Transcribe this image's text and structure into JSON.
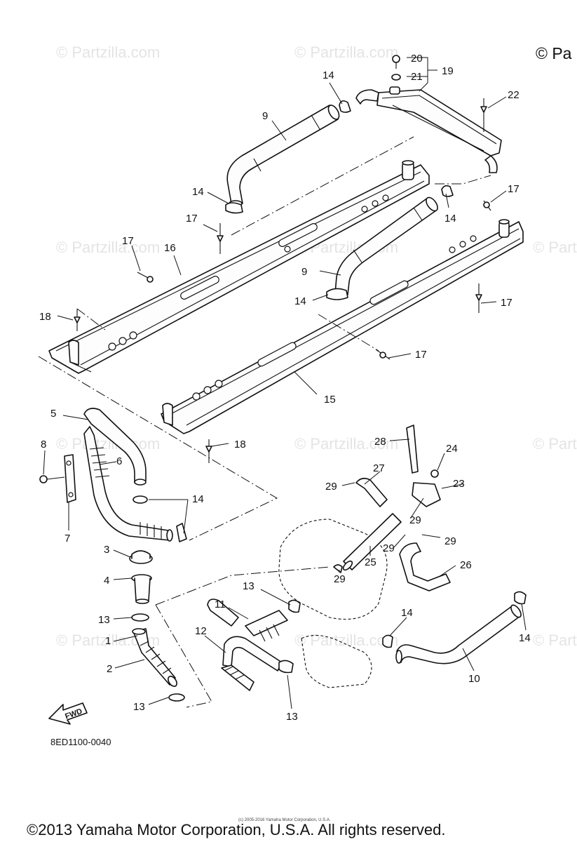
{
  "watermark": {
    "text": "© Partzilla.com"
  },
  "corner_copyright": "© Pa",
  "part_code": "8ED1100-0040",
  "fwd_label": "FWD",
  "small_copyright": "(c) 2005-2016 Yamaha Motor Corporation, U.S.A.",
  "footer_copyright": "©2013 Yamaha Motor Corporation, U.S.A. All rights reserved.",
  "callouts": [
    {
      "id": "c20",
      "label": "20"
    },
    {
      "id": "c21",
      "label": "21"
    },
    {
      "id": "c19",
      "label": "19"
    },
    {
      "id": "c22",
      "label": "22"
    },
    {
      "id": "c14a",
      "label": "14"
    },
    {
      "id": "c9a",
      "label": "9"
    },
    {
      "id": "c14b",
      "label": "14"
    },
    {
      "id": "c17a",
      "label": "17"
    },
    {
      "id": "c14c",
      "label": "14"
    },
    {
      "id": "c17b",
      "label": "17"
    },
    {
      "id": "c17c",
      "label": "17"
    },
    {
      "id": "c16",
      "label": "16"
    },
    {
      "id": "c9b",
      "label": "9"
    },
    {
      "id": "c14d",
      "label": "14"
    },
    {
      "id": "c17d",
      "label": "17"
    },
    {
      "id": "c18a",
      "label": "18"
    },
    {
      "id": "c17e",
      "label": "17"
    },
    {
      "id": "c15",
      "label": "15"
    },
    {
      "id": "c5",
      "label": "5"
    },
    {
      "id": "c18b",
      "label": "18"
    },
    {
      "id": "c8",
      "label": "8"
    },
    {
      "id": "c6",
      "label": "6"
    },
    {
      "id": "c14e",
      "label": "14"
    },
    {
      "id": "c7",
      "label": "7"
    },
    {
      "id": "c3",
      "label": "3"
    },
    {
      "id": "c4",
      "label": "4"
    },
    {
      "id": "c13a",
      "label": "13"
    },
    {
      "id": "c1",
      "label": "1"
    },
    {
      "id": "c2",
      "label": "2"
    },
    {
      "id": "c13b",
      "label": "13"
    },
    {
      "id": "c28",
      "label": "28"
    },
    {
      "id": "c24",
      "label": "24"
    },
    {
      "id": "c27",
      "label": "27"
    },
    {
      "id": "c29a",
      "label": "29"
    },
    {
      "id": "c23",
      "label": "23"
    },
    {
      "id": "c29b",
      "label": "29"
    },
    {
      "id": "c29c",
      "label": "29"
    },
    {
      "id": "c29d",
      "label": "29"
    },
    {
      "id": "c25",
      "label": "25"
    },
    {
      "id": "c26",
      "label": "26"
    },
    {
      "id": "c29e",
      "label": "29"
    },
    {
      "id": "c13c",
      "label": "13"
    },
    {
      "id": "c11",
      "label": "11"
    },
    {
      "id": "c12",
      "label": "12"
    },
    {
      "id": "c14f",
      "label": "14"
    },
    {
      "id": "c14g",
      "label": "14"
    },
    {
      "id": "c13d",
      "label": "13"
    },
    {
      "id": "c10",
      "label": "10"
    }
  ]
}
